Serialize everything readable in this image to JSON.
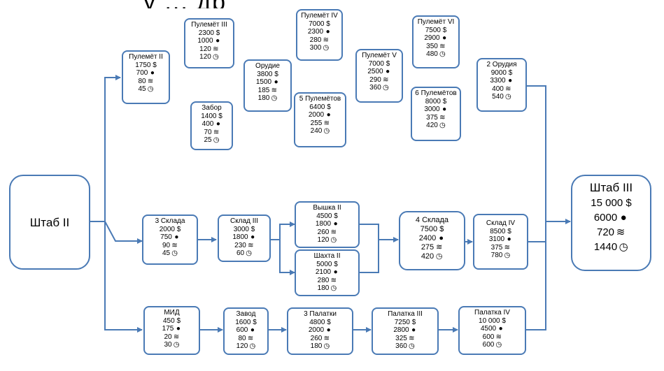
{
  "title": "у ... др",
  "icons": {
    "money": "dollar-icon",
    "oil": "oil-drop-icon",
    "materials": "materials-stack-icon",
    "time": "clock-icon"
  },
  "nodes": {
    "hq2": {
      "title": "Штаб II"
    },
    "pulemet2": {
      "title": "Пулемёт II",
      "money": "1750 $",
      "oil": "700",
      "materials": "80",
      "time": "45"
    },
    "pulemet3": {
      "title": "Пулемёт III",
      "money": "2300 $",
      "oil": "1000",
      "materials": "120",
      "time": "120"
    },
    "zabor": {
      "title": "Забор",
      "money": "1400 $",
      "oil": "400",
      "materials": "70",
      "time": "25"
    },
    "orudie": {
      "title": "Орудие",
      "money": "3800 $",
      "oil": "1500",
      "materials": "185",
      "time": "180"
    },
    "pulemet4": {
      "title": "Пулемёт IV",
      "money": "7000 $",
      "oil": "2300",
      "materials": "280",
      "time": "300"
    },
    "pulemet5x": {
      "title": "5 Пулемётов",
      "money": "6400 $",
      "oil": "2000",
      "materials": "255",
      "time": "240"
    },
    "pulemet5": {
      "title": "Пулемёт V",
      "money": "7000 $",
      "oil": "2500",
      "materials": "290",
      "time": "360"
    },
    "pulemet6": {
      "title": "Пулемёт VI",
      "money": "7500 $",
      "oil": "2900",
      "materials": "350",
      "time": "480"
    },
    "pulemet6x": {
      "title": "6 Пулемётов",
      "money": "8000 $",
      "oil": "3000",
      "materials": "375",
      "time": "420"
    },
    "orudia2": {
      "title": "2 Орудия",
      "money": "9000 $",
      "oil": "3300",
      "materials": "400",
      "time": "540"
    },
    "sklada3": {
      "title": "3 Склада",
      "money": "2000 $",
      "oil": "750",
      "materials": "90",
      "time": "45"
    },
    "sklad3": {
      "title": "Склад III",
      "money": "3000 $",
      "oil": "1800",
      "materials": "230",
      "time": "60"
    },
    "vyshka2": {
      "title": "Вышка II",
      "money": "4500 $",
      "oil": "1800",
      "materials": "260",
      "time": "120"
    },
    "shakhta2": {
      "title": "Шахта II",
      "money": "5000 $",
      "oil": "2100",
      "materials": "280",
      "time": "180"
    },
    "sklada4": {
      "title": "4 Склада",
      "money": "7500 $",
      "oil": "2400",
      "materials": "275",
      "time": "420"
    },
    "sklad4": {
      "title": "Склад IV",
      "money": "8500 $",
      "oil": "3100",
      "materials": "375",
      "time": "780"
    },
    "mid": {
      "title": "МИД",
      "money": "450 $",
      "oil": "175",
      "materials": "20",
      "time": "30"
    },
    "zavod": {
      "title": "Завод",
      "money": "1600 $",
      "oil": "600",
      "materials": "80",
      "time": "120"
    },
    "palatki3": {
      "title": "3 Палатки",
      "money": "4800 $",
      "oil": "2000",
      "materials": "260",
      "time": "180"
    },
    "palatka3": {
      "title": "Палатка III",
      "money": "7250 $",
      "oil": "2800",
      "materials": "325",
      "time": "360"
    },
    "palatka4": {
      "title": "Палатка IV",
      "money": "10 000 $",
      "oil": "4500",
      "materials": "600",
      "time": "600"
    },
    "hq3": {
      "title": "Штаб III",
      "money": "15 000 $",
      "oil": "6000",
      "materials": "720",
      "time": "1440"
    }
  },
  "colors": {
    "connector": "#4a7ab5",
    "border": "#4a7ab5"
  }
}
